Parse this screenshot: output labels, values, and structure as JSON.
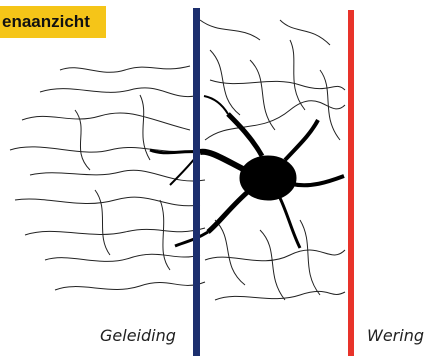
{
  "tag": {
    "text": "enaanzicht",
    "color": "#f5c518"
  },
  "labels": {
    "left": "Geleiding",
    "right": "Wering"
  },
  "colors": {
    "blue_line": "#1c2f6e",
    "red_line": "#e8332a",
    "neuron": "#000000",
    "fibers": "#222222"
  }
}
